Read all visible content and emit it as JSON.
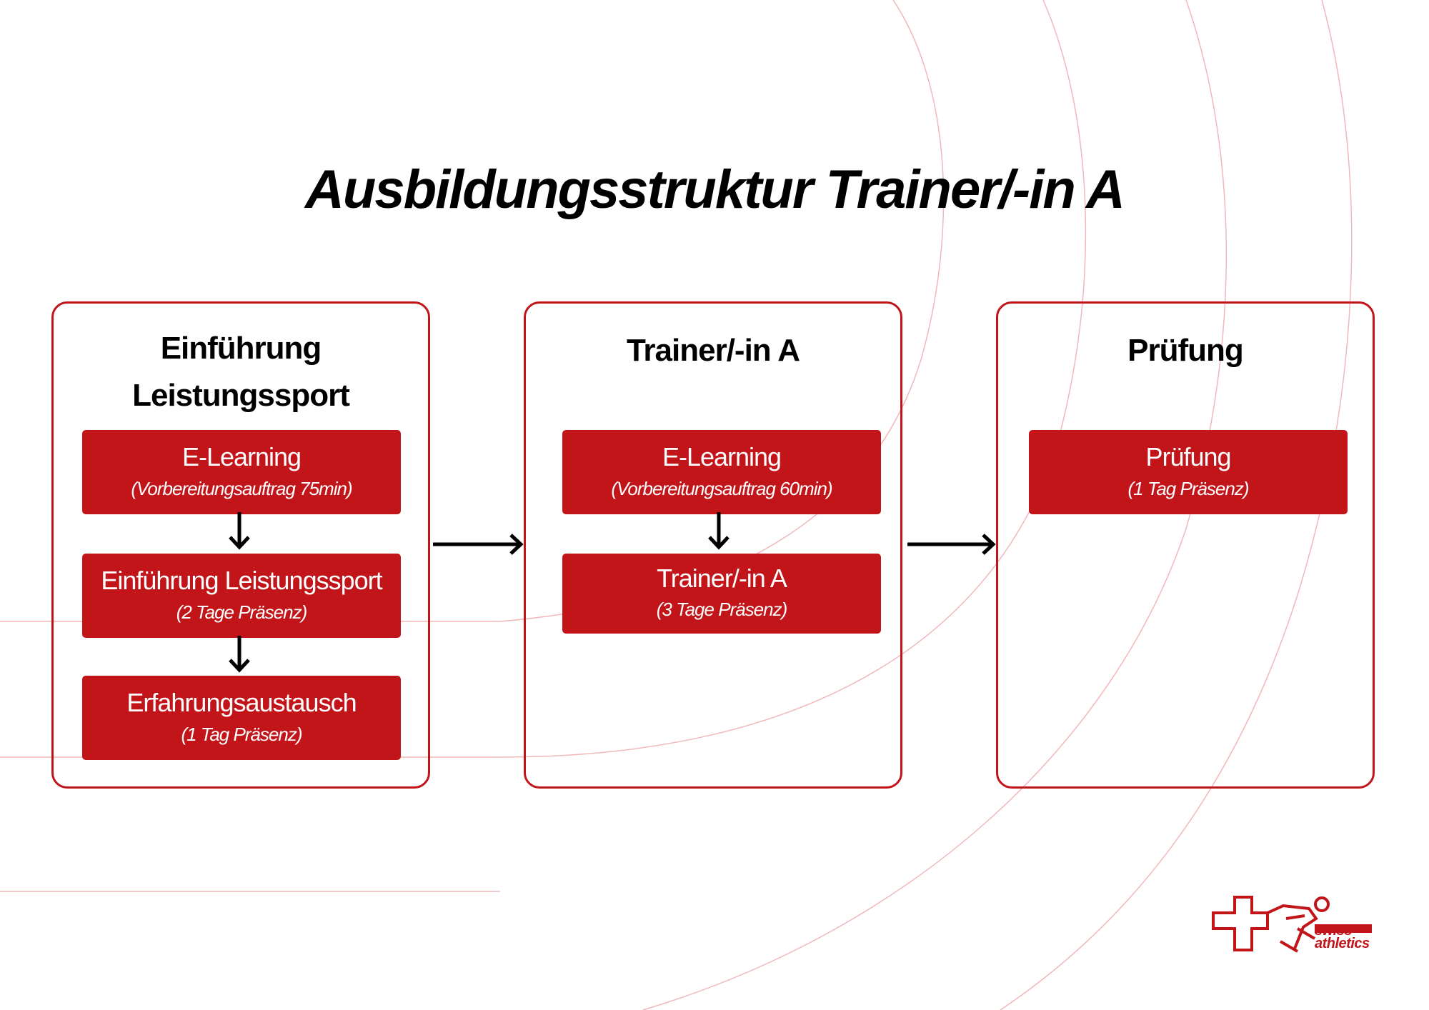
{
  "title": "Ausbildungsstruktur Trainer/-in A",
  "colors": {
    "accent": "#c1151a",
    "background": "#ffffff",
    "text": "#000000"
  },
  "columns": [
    {
      "title_line1": "Einführung",
      "title_line2": "Leistungssport",
      "boxes": [
        {
          "label": "E-Learning",
          "sub": "(Vorbereitungsauftrag 75min)"
        },
        {
          "label": "Einführung Leistungssport",
          "sub": "(2 Tage Präsenz)"
        },
        {
          "label": "Erfahrungsaustausch",
          "sub": "(1 Tag Präsenz)"
        }
      ]
    },
    {
      "title_line1": "Trainer/-in A",
      "boxes": [
        {
          "label": "E-Learning",
          "sub": "(Vorbereitungsauftrag 60min)"
        },
        {
          "label": "Trainer/-in A",
          "sub": "(3 Tage Präsenz)"
        }
      ]
    },
    {
      "title_line1": "Prüfung",
      "boxes": [
        {
          "label": "Prüfung",
          "sub": "(1 Tag Präsenz)"
        }
      ]
    }
  ],
  "logo": {
    "line1": "swiss",
    "line2": "athletics"
  }
}
